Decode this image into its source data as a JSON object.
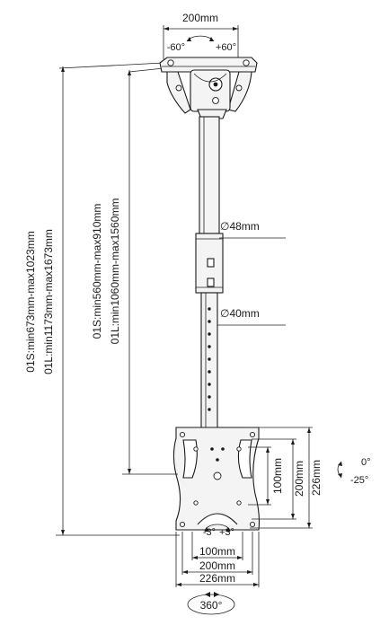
{
  "top": {
    "width_label": "200mm",
    "tilt_left": "-60°",
    "tilt_right": "+60°"
  },
  "pole": {
    "outer_diameter": "48mm",
    "inner_diameter": "40mm"
  },
  "vertical_labels": {
    "total_s": "01S:min673mm-max1023mm",
    "total_l": "01L:min1173mm-max1673mm",
    "pole_s": "01S:min560mm-max910mm",
    "pole_l": "01L:min1060mm-max1560mm"
  },
  "plate": {
    "h100": "100mm",
    "h200": "200mm",
    "h226": "226mm",
    "tilt_top": "0°",
    "tilt_bottom": "-25°",
    "swivel_left": "-3°",
    "swivel_right": "+3°",
    "w100": "100mm",
    "w200": "200mm",
    "w226": "226mm",
    "rotation": "360°"
  }
}
